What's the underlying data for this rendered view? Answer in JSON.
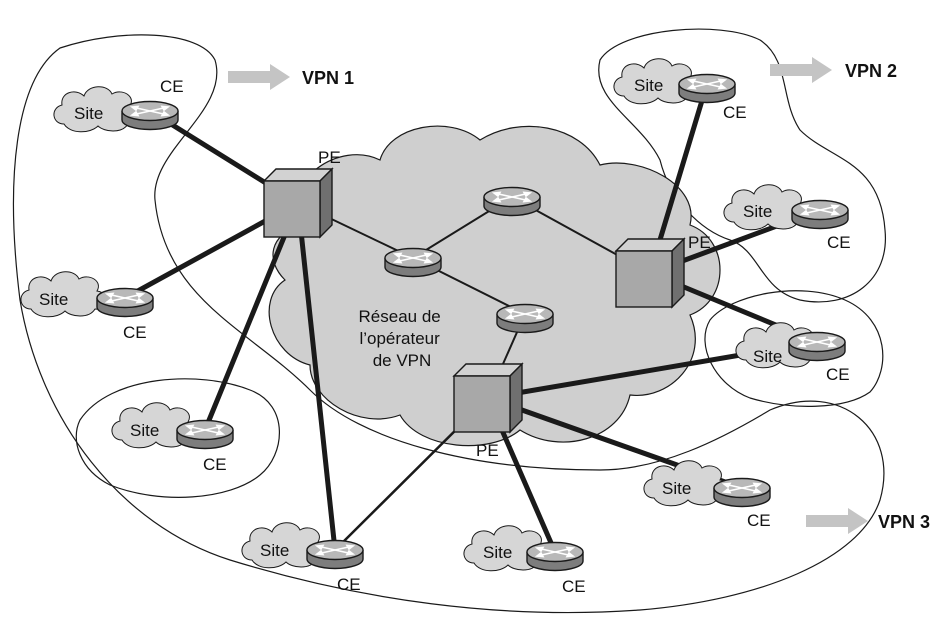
{
  "core_network": {
    "lines": [
      "Réseau de",
      "l’opérateur",
      "de VPN"
    ]
  },
  "vpn_labels": {
    "vpn1": "VPN 1",
    "vpn2": "VPN 2",
    "vpn3": "VPN 3"
  },
  "pe_label": "PE",
  "ce_label": "CE",
  "site_label": "Site",
  "colors": {
    "cloud_core": "#cfcfcf",
    "cloud_site": "#d6d6d6",
    "pe_box": "#a8a8a8",
    "router": "#9a9a9a",
    "vpn_arrow": "#c4c4c4",
    "link": "#1a1a1a"
  },
  "icons": [
    "router-icon",
    "pe-router-icon",
    "cloud-icon",
    "arrow-icon"
  ]
}
